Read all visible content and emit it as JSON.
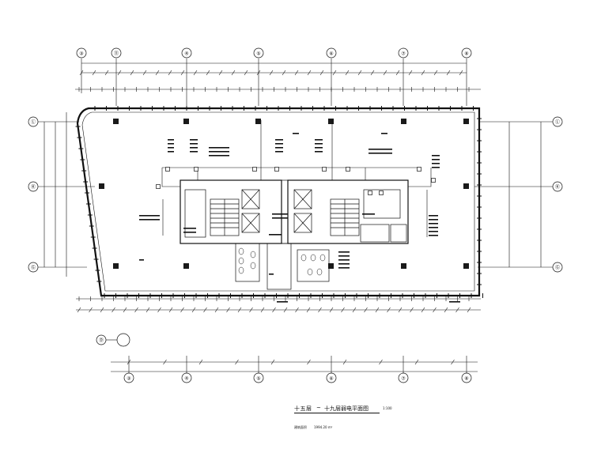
{
  "drawing": {
    "title_main": "十五层",
    "title_sep": "~",
    "title_sub": "十九层弱电平面图",
    "title_scale": "1:100",
    "area_label": "建筑面积",
    "area_value": "1994.20 m²"
  },
  "axes": {
    "top": [
      "③",
      "⑪",
      "④",
      "⑤",
      "⑥",
      "⑦",
      "⑧"
    ],
    "bottom": [
      "③",
      "④",
      "⑤",
      "⑥",
      "⑦",
      "⑧"
    ],
    "left": [
      "Ⓛ",
      "Ⓚ",
      "Ⓖ"
    ],
    "right": [
      "Ⓛ",
      "Ⓚ",
      "Ⓖ"
    ],
    "detached": "Ⓓ"
  },
  "colors": {
    "ink": "#111111",
    "fill": "#1a1a1a",
    "paper": "#ffffff"
  },
  "icons": [
    "elevator-cross-icon",
    "wall-mounted-device-icon",
    "column-icon"
  ]
}
